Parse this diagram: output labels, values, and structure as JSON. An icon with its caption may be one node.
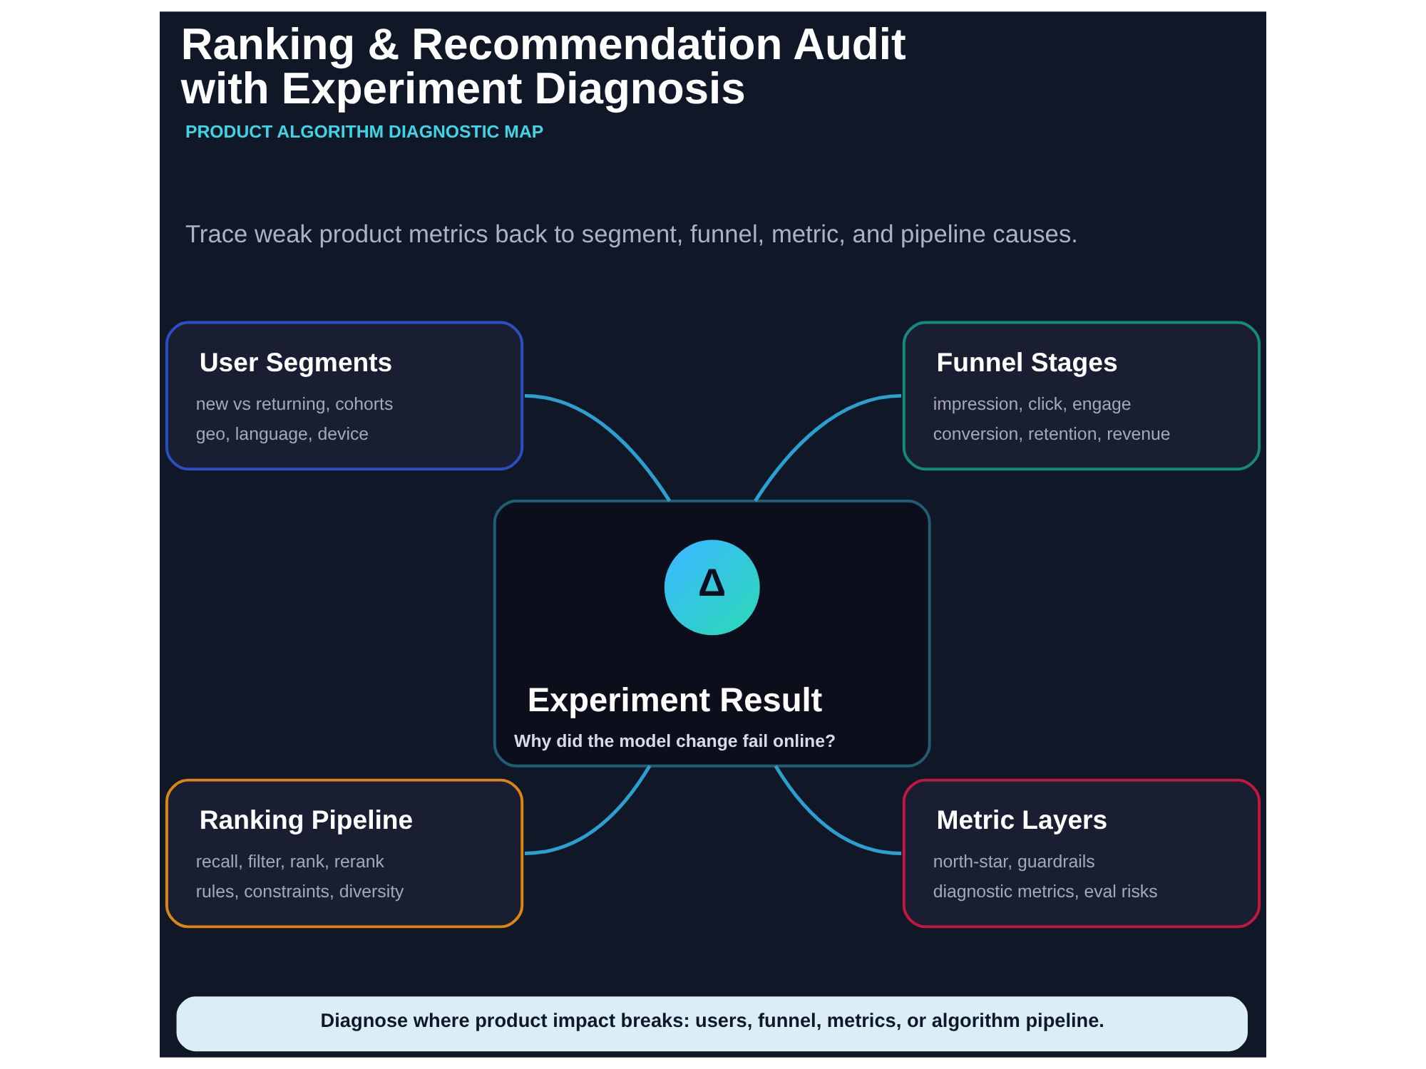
{
  "diagram": {
    "title": "Ranking & Recommendation Audit with Experiment Diagnosis",
    "nodes": [
      {
        "text": [
          "User Segments",
          "new vs returning, cohorts",
          "geo, language, device"
        ]
      },
      {
        "text": [
          "Funnel Stages",
          "impression, click, engage",
          "conversion, retention, revenue"
        ]
      },
      {
        "text": [
          "Experiment Result",
          "Why did the model change fail online?"
        ]
      },
      {
        "text": [
          "Δ"
        ],
        "in": 2
      },
      {
        "text": [
          "Ranking Pipeline",
          "recall, filter, rank, rerank",
          "rules, constraints, diversity"
        ]
      },
      {
        "text": [
          "Metric Layers",
          "north-star, guardrails",
          "diagnostic metrics, eval risks"
        ]
      },
      {
        "text": [
          "Diagnose where product impact breaks: users, funnel, metrics, or algorithm pipeline."
        ]
      }
    ],
    "edges": [
      {
        "from": 0,
        "to": 2,
        "arrow": "none"
      },
      {
        "from": 1,
        "to": 2,
        "arrow": "none"
      },
      {
        "from": 2,
        "to": 4,
        "arrow": "none"
      },
      {
        "from": 2,
        "to": 5,
        "arrow": "none"
      }
    ],
    "labels": [
      "PRODUCT ALGORITHM DIAGNOSTIC MAP",
      "Trace weak product metrics back to segment, funnel, metric, and pipeline causes."
    ]
  }
}
